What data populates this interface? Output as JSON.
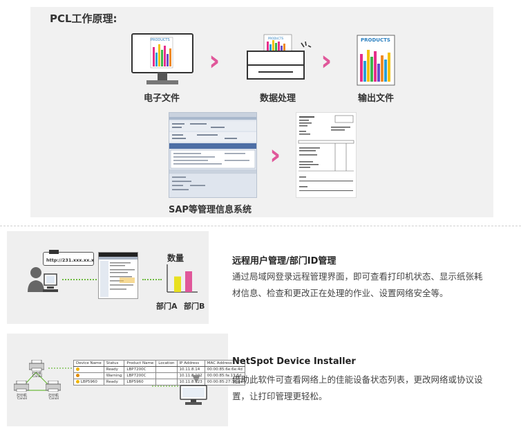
{
  "pcl": {
    "title": "PCL工作原理:",
    "steps": [
      {
        "label": "电子文件",
        "screen_text": "PRODUCTS"
      },
      {
        "label": "数据处理",
        "paper_text": "PRODUCTS"
      },
      {
        "label": "输出文件",
        "paper_text": "PRODUCTS"
      }
    ],
    "sap_label": "SAP等管理信息系统"
  },
  "remote": {
    "url": "http://231.xxx.xx.x",
    "chart_label": "数量",
    "dept_a": "部门A",
    "dept_b": "部门B",
    "title": "远程用户管理/部门ID管理",
    "desc_line1": "通过局域网登录远程管理界面，即可查看打印机状态、显示纸张耗",
    "desc_line2": "材信息、检查和更改正在处理的作业、设置网络安全等。",
    "chart_data": {
      "type": "bar",
      "categories": [
        "部门A",
        "部门B"
      ],
      "values": [
        3,
        4
      ],
      "ylabel": "数量",
      "colors": [
        "#e8e020",
        "#e0579a"
      ]
    }
  },
  "netspot": {
    "title": "NetSpot Device Installer",
    "desc_line1": "借助此软件可查看网络上的佳能设备状态列表，更改网络或协议设",
    "desc_line2": "置，让打印管理更轻松。",
    "printer_label": "打印机",
    "brand": "Canon",
    "table": {
      "headers": [
        "Device Name",
        "Status",
        "Product Name",
        "Location",
        "IP Address",
        "MAC Address"
      ],
      "rows": [
        [
          "",
          "Ready",
          "LBP7200C",
          "",
          "10.11.8.14",
          "00:00:85:6e:6e:4d"
        ],
        [
          "",
          "Warning",
          "LBP7200C",
          "",
          "10.11.8.102",
          "00:00:85:fa:13:6d"
        ],
        [
          "LBP5960",
          "Ready",
          "LBP5960",
          "",
          "10.11.8.123",
          "00:00:85:27:36:ca"
        ]
      ]
    }
  }
}
